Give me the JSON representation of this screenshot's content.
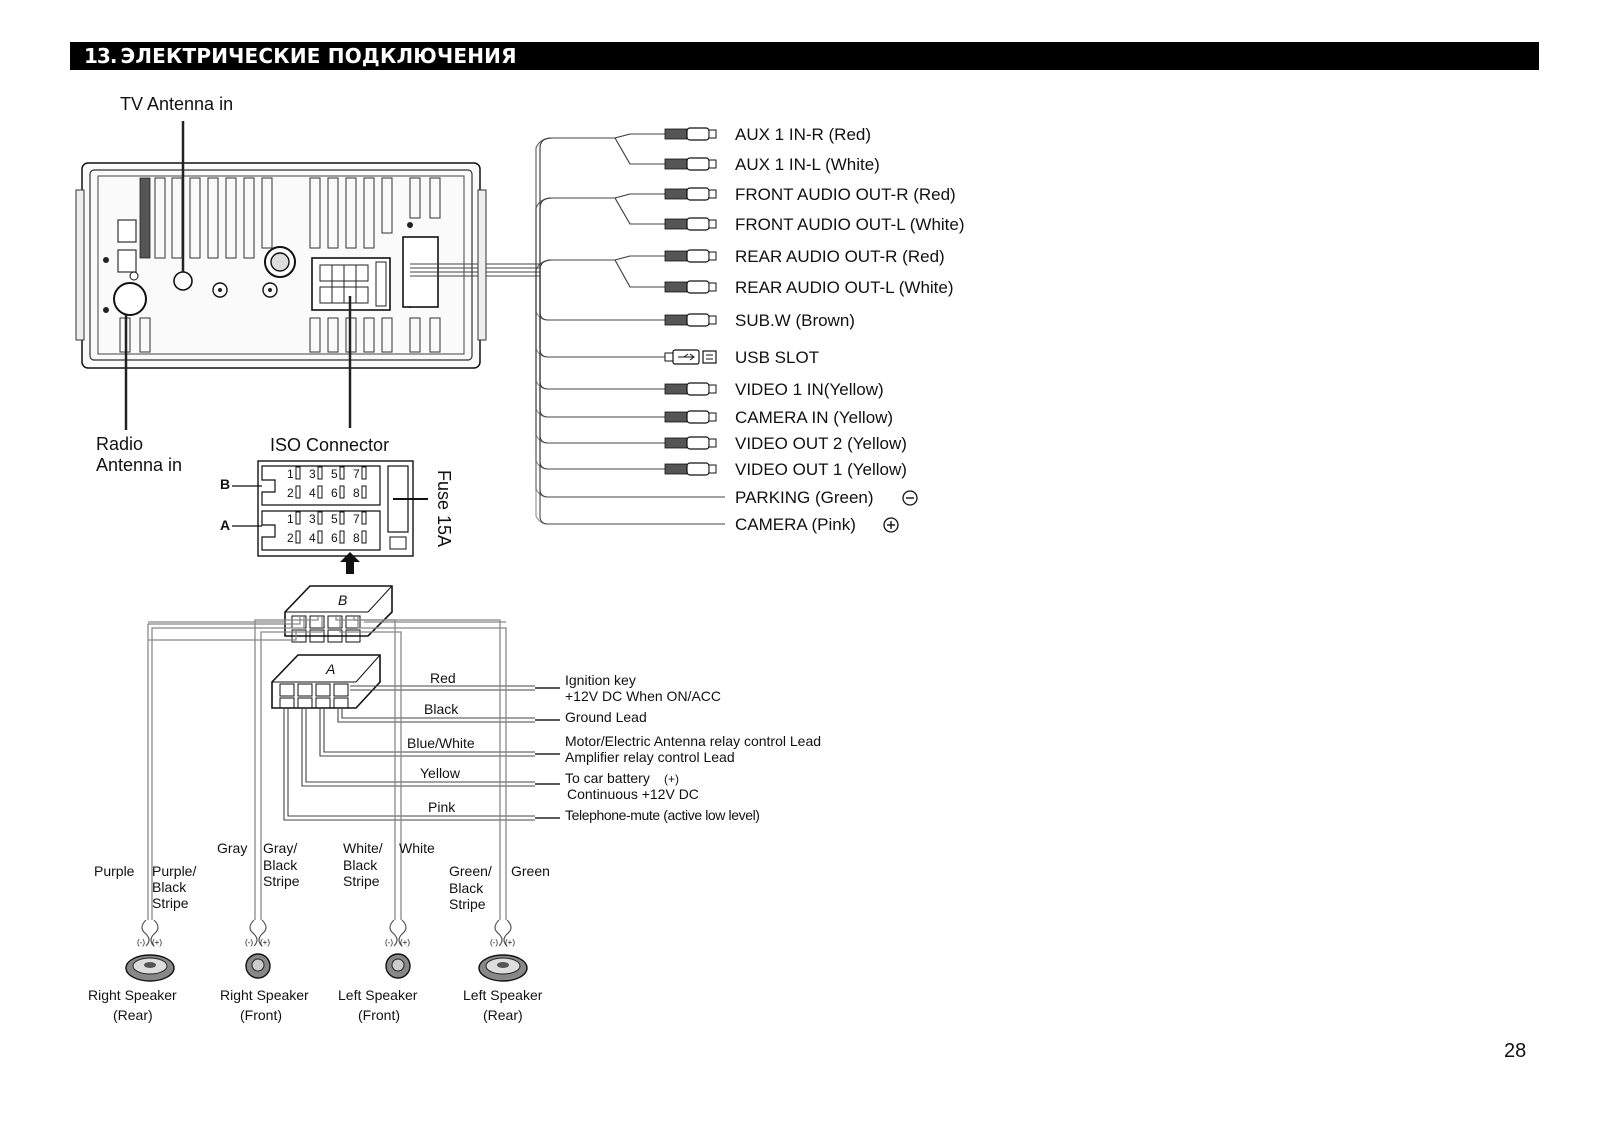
{
  "header": {
    "section_number": "13.",
    "title": "ЭЛЕКТРИЧЕСКИЕ ПОДКЛЮЧЕНИЯ"
  },
  "page_number": "28",
  "unit": {
    "tv_antenna_label": "TV Antenna in",
    "radio_antenna_label_line1": "Radio",
    "radio_antenna_label_line2": "Antenna in",
    "iso_connector_label": "ISO Connector",
    "fuse_label": "Fuse 15A",
    "iso_row_b": "B",
    "iso_row_a": "A",
    "iso_pins_top": [
      "1",
      "3",
      "5",
      "7"
    ],
    "iso_pins_bottom": [
      "2",
      "4",
      "6",
      "8"
    ]
  },
  "rca_outputs": [
    {
      "label": "AUX 1 IN-R (Red)",
      "plug": "rca"
    },
    {
      "label": "AUX 1 IN-L (White)",
      "plug": "rca"
    },
    {
      "label": "FRONT AUDIO OUT-R (Red)",
      "plug": "rca"
    },
    {
      "label": "FRONT AUDIO OUT-L (White)",
      "plug": "rca"
    },
    {
      "label": "REAR AUDIO OUT-R (Red)",
      "plug": "rca"
    },
    {
      "label": "REAR AUDIO OUT-L (White)",
      "plug": "rca"
    },
    {
      "label": "SUB.W (Brown)",
      "plug": "rca"
    },
    {
      "label": "USB SLOT",
      "plug": "usb"
    },
    {
      "label": "VIDEO 1 IN(Yellow)",
      "plug": "rca"
    },
    {
      "label": "CAMERA IN (Yellow)",
      "plug": "rca"
    },
    {
      "label": "VIDEO OUT 2 (Yellow)",
      "plug": "rca"
    },
    {
      "label": "VIDEO OUT 1 (Yellow)",
      "plug": "rca"
    },
    {
      "label": "PARKING (Green)",
      "plug": "wire",
      "symbol": "minus"
    },
    {
      "label": "CAMERA (Pink)",
      "plug": "wire",
      "symbol": "plus"
    }
  ],
  "harness": {
    "connector_b": "B",
    "connector_a": "A",
    "wires": [
      {
        "color": "Red",
        "desc": [
          "Ignition key",
          "+12V DC When ON/ACC"
        ]
      },
      {
        "color": "Black",
        "desc": [
          "Ground Lead"
        ]
      },
      {
        "color": "Blue/White",
        "desc": [
          "Motor/Electric Antenna relay control Lead",
          "Amplifier relay control Lead"
        ]
      },
      {
        "color": "Yellow",
        "desc": [
          "To car battery",
          "Continuous +12V DC"
        ],
        "symbol": "(+)"
      },
      {
        "color": "Pink",
        "desc": [
          "Telephone-mute (active low level)"
        ]
      }
    ]
  },
  "speaker_wires": {
    "purple": "Purple",
    "purple_black": [
      "Purple/",
      "Black",
      "Stripe"
    ],
    "gray": "Gray",
    "gray_black": [
      "Gray/",
      "Black",
      "Stripe"
    ],
    "white_black": [
      "White/",
      "Black",
      "Stripe"
    ],
    "white": "White",
    "green_black": [
      "Green/",
      "Black",
      "Stripe"
    ],
    "green": "Green"
  },
  "speakers": [
    {
      "line1": "Right Speaker",
      "line2": "(Rear)"
    },
    {
      "line1": "Right Speaker",
      "line2": "(Front)"
    },
    {
      "line1": "Left Speaker",
      "line2": "(Front)"
    },
    {
      "line1": "Left Speaker",
      "line2": "(Rear)"
    }
  ],
  "polarity": {
    "neg": "(-)",
    "pos": "(+)"
  }
}
